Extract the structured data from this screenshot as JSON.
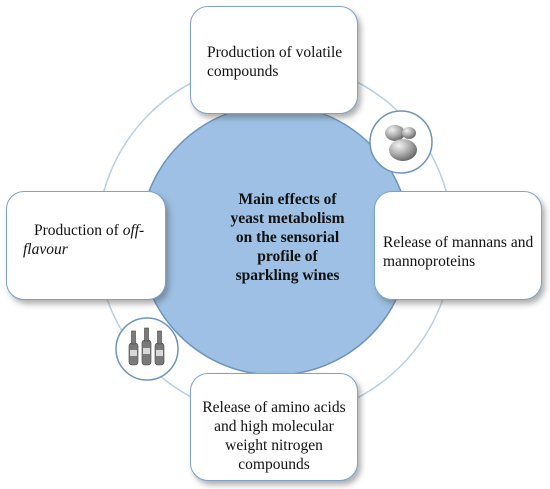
{
  "center": {
    "lines": [
      "Main effects of",
      "yeast metabolism",
      "on the sensorial",
      "profile of",
      "sparkling wines"
    ]
  },
  "boxes": {
    "top": {
      "lines": [
        "Production of volatile",
        "compounds"
      ]
    },
    "left": {
      "line1": "Production of ",
      "line1_italic": "off-",
      "line2_italic": "flavour"
    },
    "right": {
      "lines": [
        "Release of mannans and",
        "mannoproteins"
      ]
    },
    "bottom": {
      "lines": [
        "Release of amino acids",
        "and high molecular",
        "weight nitrogen",
        "compounds"
      ]
    }
  },
  "icons": [
    "yeast-cells-icon",
    "wine-bottles-icon"
  ],
  "colors": {
    "center_fill": "#9dc0e4",
    "center_stroke": "#6e94bd",
    "ring": "#b7cfe3",
    "box_border": "#7fa2c8"
  }
}
